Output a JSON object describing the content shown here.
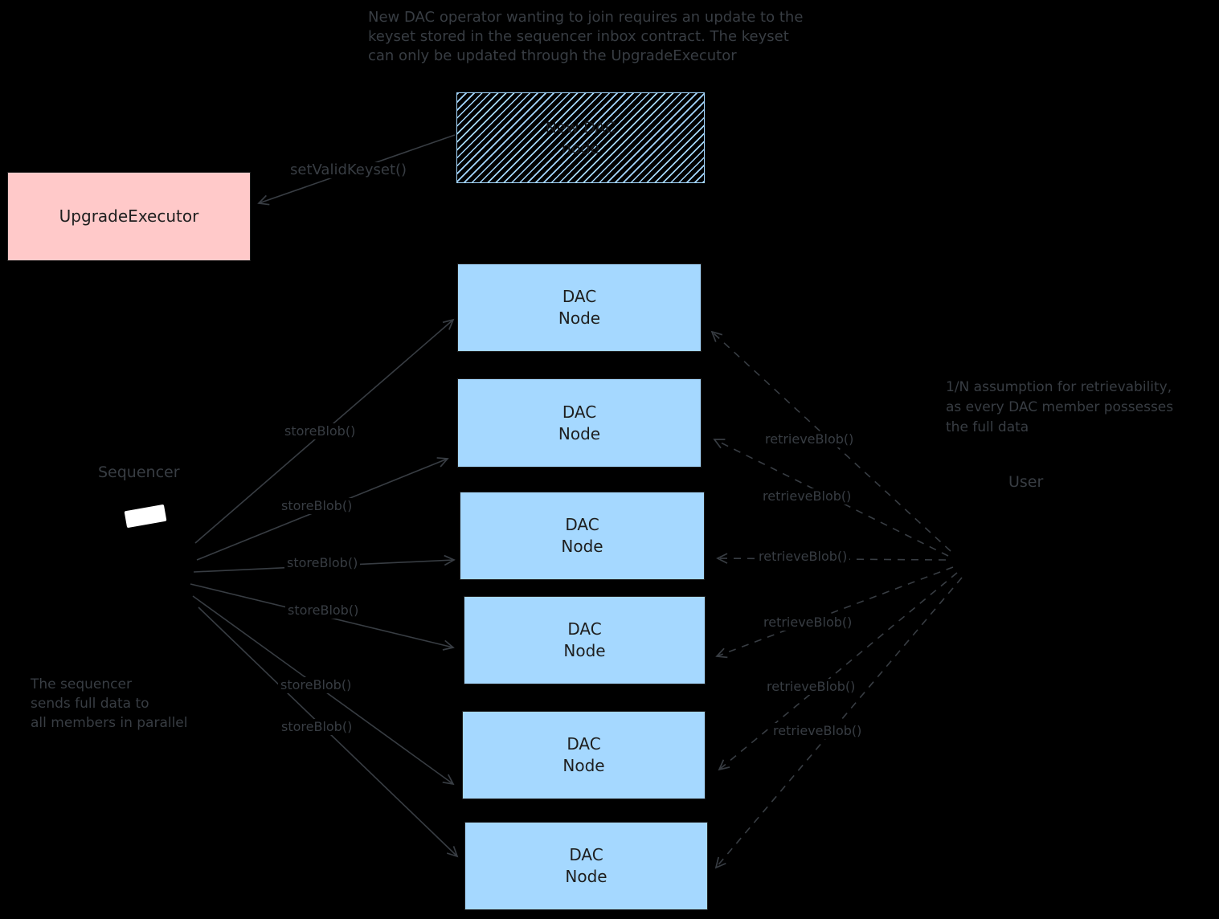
{
  "colors": {
    "background": "#000000",
    "annotation_text": "#383d43",
    "box_stroke": "#1e1e1e",
    "dac_node_fill": "#a5d8ff",
    "upgrade_executor_fill": "#ffc9c9",
    "hatch_color": "#a5d8ff",
    "sequencer_screen": "#ffffff"
  },
  "notes": {
    "top": [
      "New DAC operator wanting to join requires an update to the",
      "keyset stored in the sequencer inbox contract. The keyset",
      "can only be updated through the UpgradeExecutor"
    ],
    "right": [
      "1/N assumption for retrievability,",
      "as every DAC member possesses",
      "the full data"
    ],
    "bottom_left": [
      "The sequencer",
      "sends full data to",
      "all members in parallel"
    ]
  },
  "nodes": {
    "upgrade_executor": {
      "label": "UpgradeExecutor"
    },
    "new_dac_node": {
      "line1": "New DAC",
      "line2": "node"
    },
    "sequencer": {
      "label": "Sequencer"
    },
    "user": {
      "label": "User"
    },
    "dac_nodes": [
      {
        "line1": "DAC",
        "line2": "Node"
      },
      {
        "line1": "DAC",
        "line2": "Node"
      },
      {
        "line1": "DAC",
        "line2": "Node"
      },
      {
        "line1": "DAC",
        "line2": "Node"
      },
      {
        "line1": "DAC",
        "line2": "Node"
      },
      {
        "line1": "DAC",
        "line2": "Node"
      }
    ]
  },
  "edges": {
    "set_valid_keyset_label": "setValidKeyset()",
    "store_labels": [
      "storeBlob()",
      "storeBlob()",
      "storeBlob()",
      "storeBlob()",
      "storeBlob()",
      "storeBlob()"
    ],
    "retrieve_labels": [
      "retrieveBlob()",
      "retrieveBlob()",
      "retrieveBlob()",
      "retrieveBlob()",
      "retrieveBlob()",
      "retrieveBlob()"
    ]
  }
}
